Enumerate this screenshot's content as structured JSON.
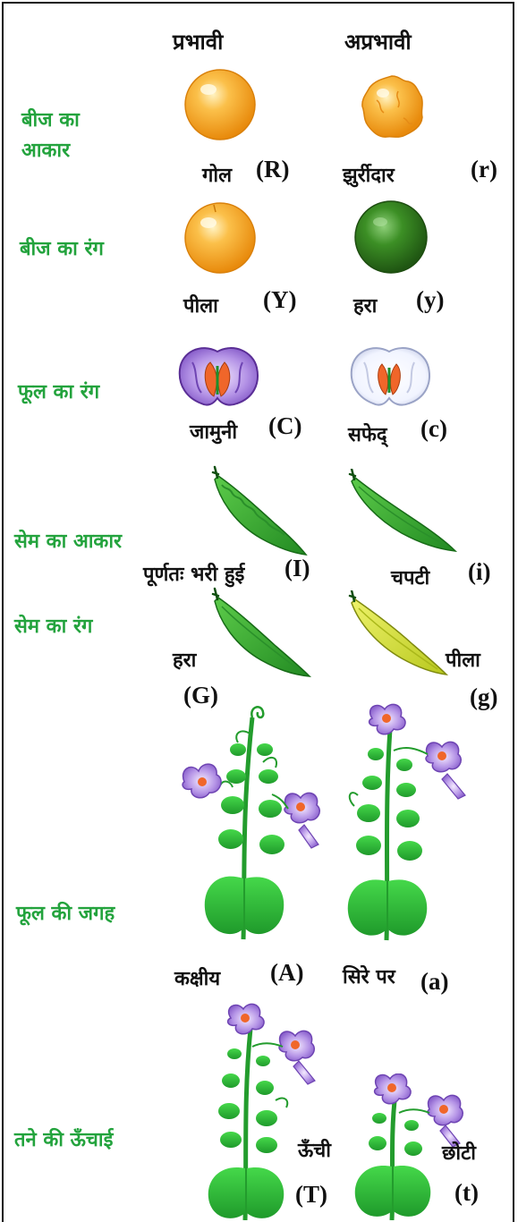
{
  "headers": {
    "dominant": "प्रभावी",
    "recessive": "अप्रभावी"
  },
  "traits": [
    {
      "name": "बीज का आकार",
      "name_lines": [
        "बीज का",
        "आकार"
      ],
      "dominant": {
        "label": "गोल",
        "code": "(R)",
        "icon": "round-orange-seed-icon"
      },
      "recessive": {
        "label": "झुर्रीदार",
        "code": "(r)",
        "icon": "wrinkled-orange-seed-icon"
      }
    },
    {
      "name": "बीज का रंग",
      "dominant": {
        "label": "पीला",
        "code": "(Y)",
        "icon": "yellow-seed-icon"
      },
      "recessive": {
        "label": "हरा",
        "code": "(y)",
        "icon": "green-seed-icon"
      }
    },
    {
      "name": "फूल का रंग",
      "dominant": {
        "label": "जामुनी",
        "code": "(C)",
        "icon": "purple-flower-icon"
      },
      "recessive": {
        "label": "सफेद्",
        "code": "(c)",
        "icon": "white-flower-icon"
      }
    },
    {
      "name": "सेम का आकार",
      "dominant": {
        "label": "पूर्णतः भरी हुई",
        "code": "(I)",
        "icon": "full-pod-icon"
      },
      "recessive": {
        "label": "चपटी",
        "code": "(i)",
        "icon": "flat-pod-icon"
      }
    },
    {
      "name": "सेम का रंग",
      "dominant": {
        "label": "हरा",
        "code": "(G)",
        "icon": "green-pod-icon"
      },
      "recessive": {
        "label": "पीला",
        "code": "(g)",
        "icon": "yellow-pod-icon"
      }
    },
    {
      "name": "फूल की जगह",
      "dominant": {
        "label": "कक्षीय",
        "code": "(A)",
        "icon": "axial-flower-plant-icon"
      },
      "recessive": {
        "label": "सिरे पर",
        "code": "(a)",
        "icon": "terminal-flower-plant-icon"
      }
    },
    {
      "name": "तने की ऊँचाई",
      "dominant": {
        "label": "ऊँची",
        "code": "(T)",
        "icon": "tall-plant-icon"
      },
      "recessive": {
        "label": "छोटी",
        "code": "(t)",
        "icon": "short-plant-icon"
      }
    }
  ],
  "colors": {
    "trait_text": "#23a33d",
    "label_text": "#111111",
    "seed_yellow": "#f5a623",
    "seed_green": "#2f7d1d",
    "pod_green": "#3fae38",
    "pod_yellow": "#d6e43a",
    "plant_green": "#2fbf2f",
    "flower_purple": "#a98be0"
  }
}
